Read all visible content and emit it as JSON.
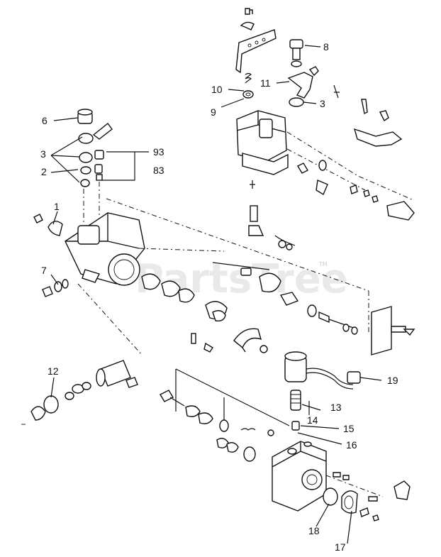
{
  "watermark": {
    "text": "PartsTree",
    "trademark": "TM"
  },
  "callouts": [
    {
      "id": "c1",
      "text": "1"
    },
    {
      "id": "c2",
      "text": "2"
    },
    {
      "id": "c3a",
      "text": "3"
    },
    {
      "id": "c3b",
      "text": "3"
    },
    {
      "id": "c6",
      "text": "6"
    },
    {
      "id": "c7",
      "text": "7"
    },
    {
      "id": "c8",
      "text": "8"
    },
    {
      "id": "c9",
      "text": "9"
    },
    {
      "id": "c10",
      "text": "10"
    },
    {
      "id": "c11",
      "text": "11"
    },
    {
      "id": "c12",
      "text": "12"
    },
    {
      "id": "c13",
      "text": "13"
    },
    {
      "id": "c14",
      "text": "14"
    },
    {
      "id": "c15",
      "text": "15"
    },
    {
      "id": "c16",
      "text": "16"
    },
    {
      "id": "c17",
      "text": "17"
    },
    {
      "id": "c18",
      "text": "18"
    },
    {
      "id": "c19",
      "text": "19"
    },
    {
      "id": "c83",
      "text": "83"
    },
    {
      "id": "c93",
      "text": "93"
    }
  ]
}
